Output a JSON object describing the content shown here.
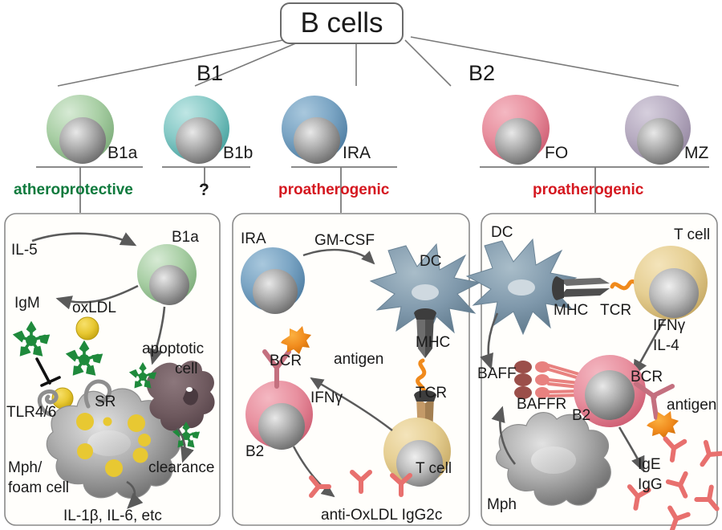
{
  "root": {
    "label": "B cells"
  },
  "groups": [
    {
      "name": "group-b1",
      "label": "B1"
    },
    {
      "name": "group-b2",
      "label": "B2"
    }
  ],
  "subsets": [
    {
      "id": "b1a",
      "label": "B1a",
      "color": "#9cc79a",
      "verdict": "atheroprotective",
      "verdict_color": "#0f7a3d"
    },
    {
      "id": "b1b",
      "label": "B1b",
      "color": "#79c4c2",
      "verdict": "?",
      "verdict_color": "#1a1a1a"
    },
    {
      "id": "ira",
      "label": "IRA",
      "color": "#6d9cc0",
      "verdict": "proatherogenic",
      "verdict_color": "#d51820"
    },
    {
      "id": "fo",
      "label": "FO",
      "color": "#e8879a",
      "verdict": "proatherogenic",
      "verdict_color": "#d51820"
    },
    {
      "id": "mz",
      "label": "MZ",
      "color": "#b5a8bf",
      "verdict": "",
      "verdict_color": "#d51820"
    }
  ],
  "palette": {
    "green_igm": "#1f8a3c",
    "yellow_oxldl": "#e8c832",
    "grey_cell": "#9a9a9a",
    "dark_grey": "#5a5a5a",
    "blue_dc": "#7e98ab",
    "tan_tcell": "#e8cf92",
    "pink_b2": "#ea8a9c",
    "salmon_ab": "#e8706e",
    "orange_antigen": "#f08a1c",
    "mauve_apoptotic": "#6f5a5f",
    "baff_dark": "#9b4f4a",
    "stroke": "#6b6b6b"
  },
  "panels": {
    "left": {
      "name": "panel-b1a",
      "labels": {
        "il5": "IL-5",
        "b1a": "B1a",
        "igm": "IgM",
        "oxldl": "oxLDL",
        "apoptotic": "apoptotic",
        "cell": "cell",
        "tlr": "TLR4/6",
        "sr": "SR",
        "mph1": "Mph/",
        "mph2": "foam cell",
        "clearance": "clearance",
        "cytokines": "IL-1β, IL-6, etc"
      }
    },
    "middle": {
      "name": "panel-ira",
      "labels": {
        "ira": "IRA",
        "gmcsf": "GM-CSF",
        "dc": "DC",
        "mhc": "MHC",
        "antigen": "antigen",
        "tcr": "TCR",
        "tcell": "T cell",
        "bcr": "BCR",
        "ifng": "IFNγ",
        "b2": "B2",
        "antibody": "anti-OxLDL IgG2c"
      }
    },
    "right": {
      "name": "panel-b2",
      "labels": {
        "dc": "DC",
        "tcell": "T cell",
        "mhc": "MHC",
        "tcr": "TCR",
        "ifng": "IFNγ",
        "il4": "IL-4",
        "baff": "BAFF",
        "baffr": "BAFFR",
        "b2": "B2",
        "bcr": "BCR",
        "antigen": "antigen",
        "mph": "Mph",
        "ige": "IgE",
        "igg": "IgG"
      }
    }
  }
}
